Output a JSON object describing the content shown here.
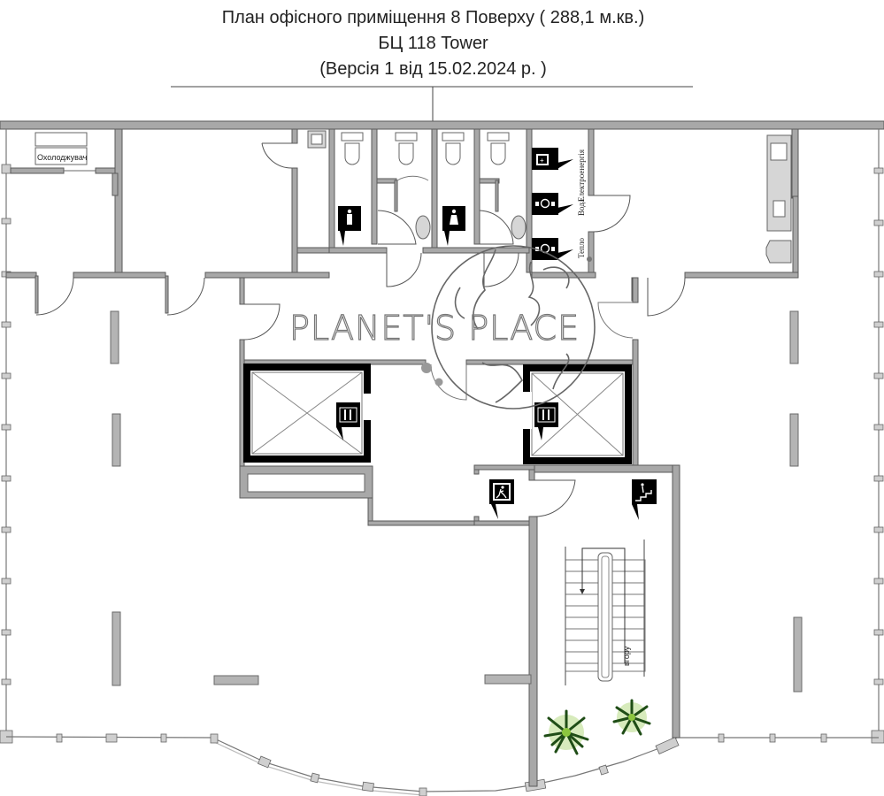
{
  "header": {
    "title_line1": "План офісного приміщення 8 Поверху ( 288,1 м.кв.)",
    "title_line2": "БЦ 118 Tower",
    "title_line3": "(Версія 1 від 15.02.2024 р. )"
  },
  "watermark": {
    "text": "PLANET'S PLACE"
  },
  "rooms": {
    "cooler_label": "Охолоджувач",
    "utilities": {
      "electricity": "Електроенергія",
      "water": "Вода",
      "heat": "Тепло"
    },
    "stairs_label": "вгору"
  },
  "signs": [
    {
      "name": "male-wc-sign",
      "icon": "male-figure"
    },
    {
      "name": "female-wc-sign",
      "icon": "female-figure"
    },
    {
      "name": "elevator-sign-left",
      "icon": "elevator"
    },
    {
      "name": "elevator-sign-right",
      "icon": "elevator"
    },
    {
      "name": "emergency-exit-sign",
      "icon": "running-man-exit"
    },
    {
      "name": "stairs-sign",
      "icon": "person-on-stairs"
    },
    {
      "name": "electric-meter-sign",
      "icon": "meter"
    },
    {
      "name": "water-meter-sign",
      "icon": "valve"
    },
    {
      "name": "heat-meter-sign",
      "icon": "valve"
    }
  ],
  "colors": {
    "wall": "#a8a8a8",
    "wall_outline": "#5a5a5a",
    "lift_shaft": "#000000",
    "plant_dark": "#1f4d16",
    "plant_light": "#8cc63f",
    "background": "#ffffff"
  }
}
